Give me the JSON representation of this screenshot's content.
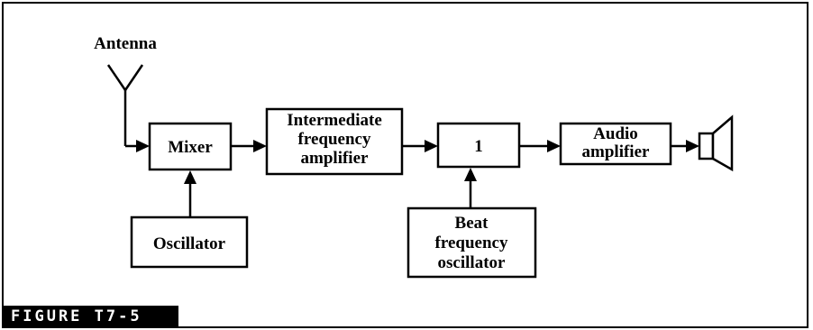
{
  "diagram": {
    "antenna_label": "Antenna",
    "mixer": "Mixer",
    "oscillator": "Oscillator",
    "if_amp": [
      "Intermediate",
      "frequency",
      "amplifier"
    ],
    "detector": "1",
    "audio_amp": [
      "Audio",
      "amplifier"
    ],
    "bfo": [
      "Beat",
      "frequency",
      "oscillator"
    ]
  },
  "caption": "FIGURE T7-5"
}
